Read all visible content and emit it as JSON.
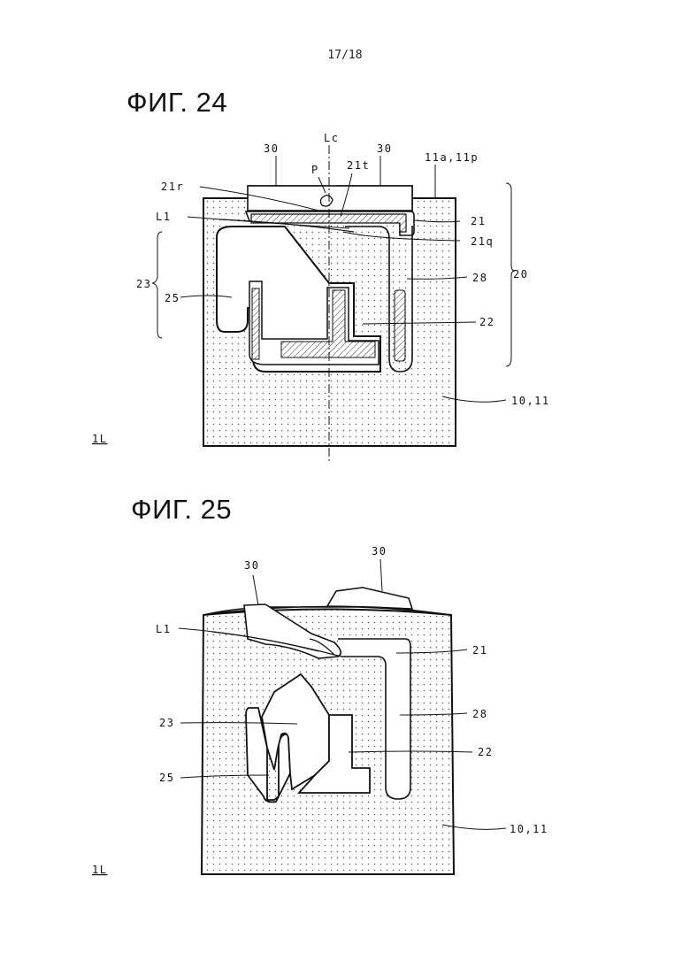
{
  "page_number": "17/18",
  "figures": [
    {
      "title": "ФИГ. 24",
      "labels": {
        "lc": "Lc",
        "top_left_30": "30",
        "top_right_30": "30",
        "p": "P",
        "r21": "21r",
        "t21": "21t",
        "a11": "11a,11p",
        "l1": "L1",
        "n21": "21",
        "q21": "21q",
        "n23": "23",
        "n25": "25",
        "n28": "28",
        "n20": "20",
        "n22": "22",
        "n1011": "10,11",
        "n1l": "1L"
      }
    },
    {
      "title": "ФИГ. 25",
      "labels": {
        "top_left_30": "30",
        "top_right_30": "30",
        "l1": "L1",
        "n21": "21",
        "n28": "28",
        "n23": "23",
        "n22": "22",
        "n25": "25",
        "n1011": "10,11",
        "n1l": "1L"
      }
    }
  ]
}
